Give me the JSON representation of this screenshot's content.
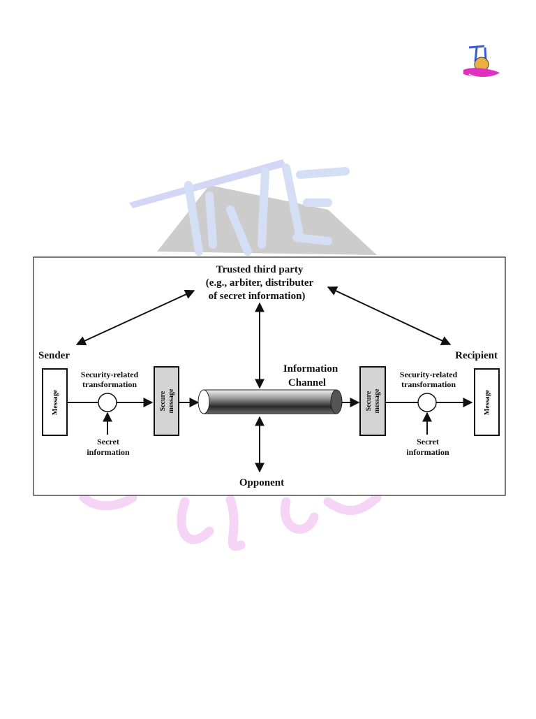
{
  "colors": {
    "watermark_blue": "#c8ccf2",
    "watermark_cyan": "#bfeeee",
    "watermark_gray": "#b8b8b8",
    "watermark_pink": "#f2c6f2",
    "logo_magenta": "#e030c0",
    "box_gray": "#d4d4d4",
    "ink": "#111111"
  },
  "logo": {
    "text": "THE Tech Engineers",
    "icon": "the-tech-engineers-logo"
  },
  "diagram": {
    "trusted_party": {
      "line1": "Trusted third party",
      "line2": "(e.g., arbiter, distributer",
      "line3": "of secret information)"
    },
    "sender_label": "Sender",
    "recipient_label": "Recipient",
    "channel": {
      "line1": "Information",
      "line2": "Channel"
    },
    "opponent_label": "Opponent",
    "sender_side": {
      "message_box": "Message",
      "secure_box_line1": "Secure",
      "secure_box_line2": "message",
      "transform_line1": "Security-related",
      "transform_line2": "transformation",
      "secret_line1": "Secret",
      "secret_line2": "information"
    },
    "recipient_side": {
      "message_box": "Message",
      "secure_box_line1": "Secure",
      "secure_box_line2": "message",
      "transform_line1": "Security-related",
      "transform_line2": "transformation",
      "secret_line1": "Secret",
      "secret_line2": "information"
    }
  }
}
